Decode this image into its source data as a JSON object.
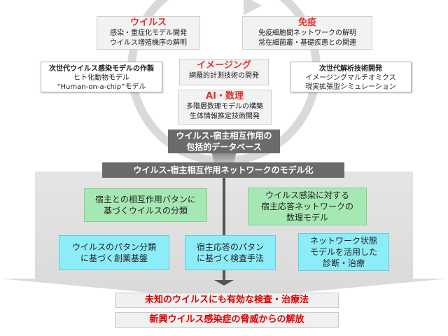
{
  "virus": {
    "title": "ウイルス",
    "lines": [
      "感染・重症化モデル開発",
      "ウイルス増殖機序の解明"
    ]
  },
  "immunity": {
    "title": "免疫",
    "lines": [
      "免疫細胞間ネットワークの解明",
      "常在細菌叢・基礎疾患との関連"
    ]
  },
  "next_model": {
    "title": "次世代ウイルス感染モデルの作製",
    "lines": [
      "ヒト化動物モデル",
      "“Human-on-a-chip”モデル"
    ]
  },
  "imaging": {
    "title": "イメージング",
    "lines": [
      "網羅的計測技術の開発"
    ]
  },
  "next_analysis": {
    "title": "次世代解析技術開発",
    "lines": [
      "イメージングマルチオミクス",
      "現実拡張型シミュレーション"
    ]
  },
  "ai": {
    "title": "AI・数理",
    "lines": [
      "多階層数理モデルの構築",
      "生体情報推定技術開発"
    ]
  },
  "database": {
    "lines": [
      "ウイルス-宿主相互作用の",
      "包括的データベース"
    ]
  },
  "network_model": {
    "label": "ウイルス-宿主相互作用ネットワークのモデル化"
  },
  "green_boxes": [
    {
      "lines": [
        "宿主との相互作用パタンに",
        "基づくウイルスの分類"
      ]
    },
    {
      "lines": [
        "ウイルス感染に対する",
        "宿主応答ネットワークの",
        "数理モデル"
      ]
    }
  ],
  "blue_boxes": [
    {
      "lines": [
        "ウイルスのパタン分類",
        "に基づく創薬基盤"
      ]
    },
    {
      "lines": [
        "宿主応答のパタン",
        "に基づく検査手法"
      ]
    },
    {
      "lines": [
        "ネットワーク状態",
        "モデルを活用した",
        "診断・治療"
      ]
    }
  ],
  "results": [
    "未知のウイルスにも有効な検査・治療法",
    "新興ウイルス感染症の脅威からの解放"
  ],
  "colors": {
    "accent_red": "#e0312c",
    "green": "#a6e8b4",
    "cyan": "#8cecf7",
    "dark_gray": "#6b6b6b"
  }
}
